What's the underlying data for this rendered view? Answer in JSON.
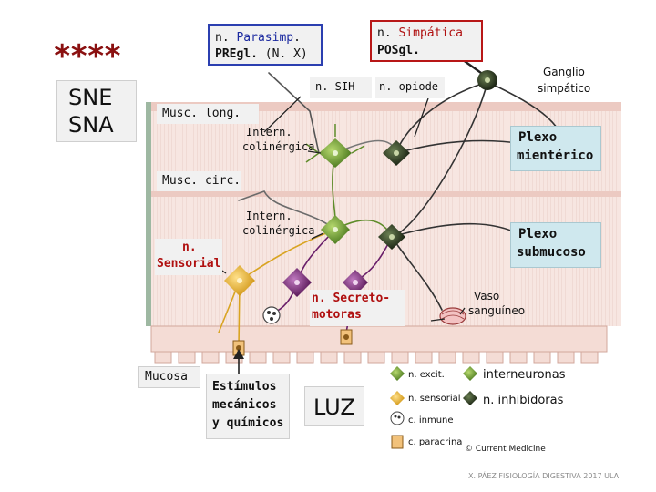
{
  "stars": "****",
  "sne": "SNE",
  "sna": "SNA",
  "parasimp": {
    "prefix": "n.",
    "word": "Parasimp",
    "suffix": ".",
    "line2_bold": "PREgl.",
    "line2_rest": " (N. X)"
  },
  "simpatica": {
    "prefix": "n.",
    "word": "Simpática",
    "line2": "POSgl."
  },
  "ganglio": {
    "line1": "Ganglio",
    "line2": "simpático"
  },
  "sih": "n. SIH",
  "opiode": "n. opiode",
  "musc_long": "Musc. long.",
  "musc_circ": "Musc. circ.",
  "intern1": {
    "line1": "Intern.",
    "line2": "colinérgica"
  },
  "intern2": {
    "line1": "Intern.",
    "line2": "colinérgica"
  },
  "plexo_mient": {
    "line1": "Plexo",
    "line2": "mientérico"
  },
  "plexo_sub": {
    "line1": "Plexo",
    "line2": "submucoso"
  },
  "sensorial": {
    "line1": "n.",
    "line2": "Sensorial"
  },
  "secreto": {
    "line1": "n. Secreto-",
    "line2": "motoras"
  },
  "vaso": {
    "line1": "Vaso",
    "line2": "sanguíneo"
  },
  "mucosa": "Mucosa",
  "estimulos": {
    "line1": "Estímulos",
    "line2": "mecánicos",
    "line3": "y químicos"
  },
  "luz": "LUZ",
  "legend": {
    "excit": "n. excit.",
    "sensorial": "n. sensorial",
    "inmune": "c. inmune",
    "paracrina": "c. paracrina",
    "interneuronas": "interneuronas",
    "inhibidoras": "n. inhibidoras",
    "copyright": "© Current Medicine"
  },
  "footer": "X. PÁEZ  FISIOLOGÍA DIGESTIVA 2017 ULA",
  "colors": {
    "star": "#8a1010",
    "sensorial_red": "#b01010",
    "neuron_green": "#5e8c2a",
    "neuron_dark": "#1f2a18",
    "neuron_purple": "#6a1f6a",
    "neuron_gold": "#d9a422",
    "muscle_pink": "#f6e3de",
    "plexo_box": "#cfe8ee",
    "label_box": "#f1f1f1"
  }
}
